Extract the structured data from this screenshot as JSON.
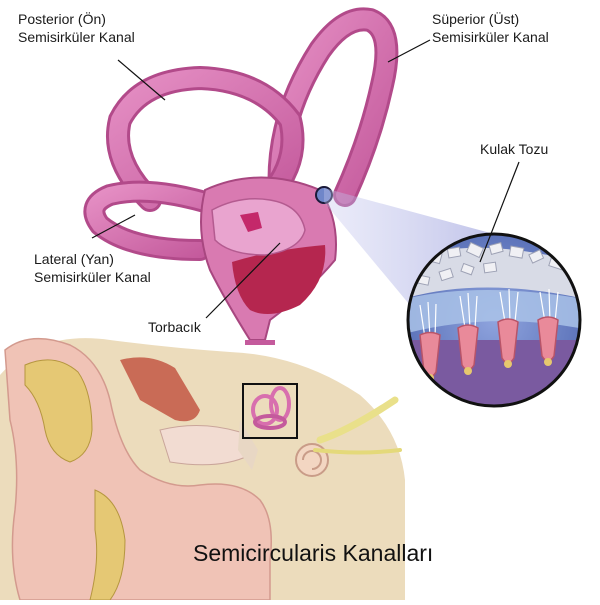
{
  "labels": {
    "posterior": {
      "line1": "Posterior (Ön)",
      "line2": "Semisirküler Kanal"
    },
    "superior": {
      "line1": "Süperior (Üst)",
      "line2": "Semisirküler Kanal"
    },
    "lateral": {
      "line1": "Lateral (Yan)",
      "line2": "Semisirküler Kanal"
    },
    "utricle": "Torbacık",
    "otoliths": "Kulak Tozu"
  },
  "caption": "Semicircularis Kanalları",
  "colors": {
    "canal": "#d86fae",
    "canal_dark": "#b24a8a",
    "sac": "#c23c6a",
    "bone": "#efe2c8",
    "skin": "#f1c4b8",
    "fluid": "#6f86c9",
    "hair_cell": "#e98a9a",
    "nerve": "#e9e08a"
  }
}
